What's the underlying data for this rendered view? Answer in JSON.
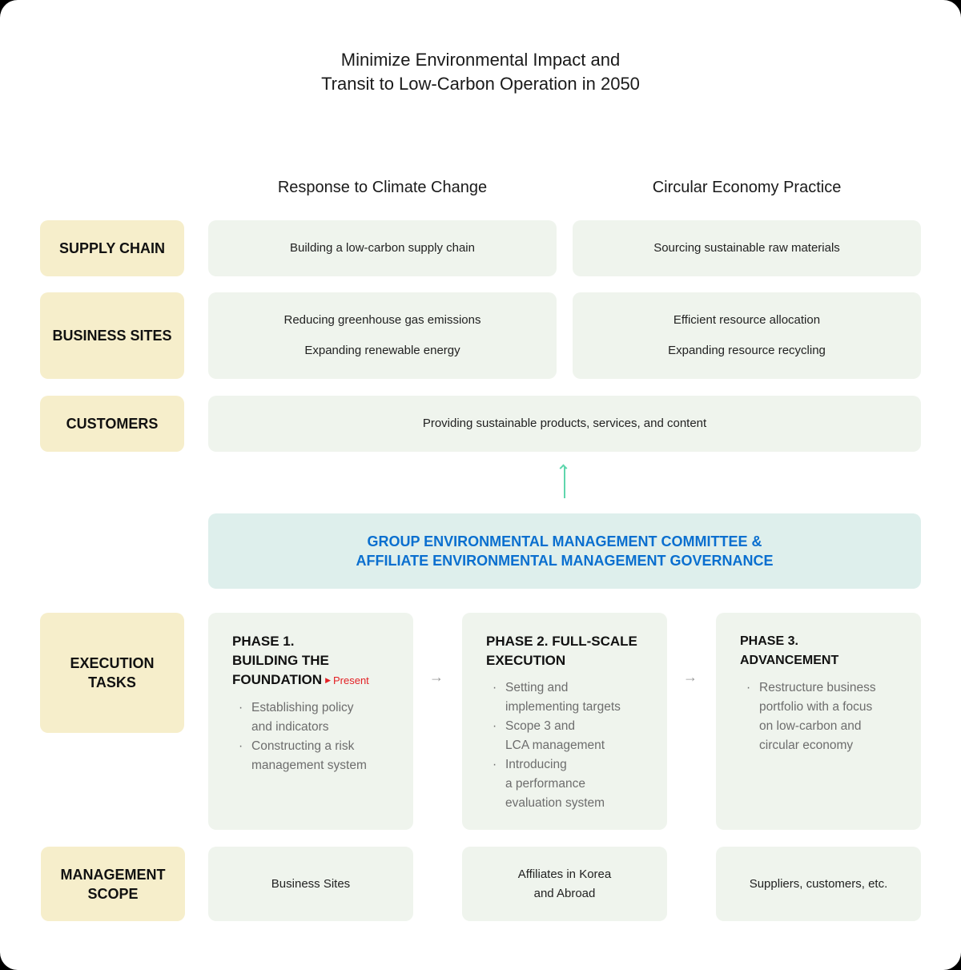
{
  "title": {
    "line1": "Minimize Environmental Impact and",
    "line2": "Transit to Low-Carbon Operation in 2050"
  },
  "columns": {
    "left": "Response to Climate Change",
    "right": "Circular Economy Practice"
  },
  "rows": {
    "supply_chain": {
      "label": "SUPPLY CHAIN",
      "climate": [
        "Building a low-carbon supply chain"
      ],
      "circular": [
        "Sourcing sustainable raw materials"
      ]
    },
    "business_sites": {
      "label": "BUSINESS SITES",
      "climate": [
        "Reducing greenhouse gas emissions",
        "Expanding renewable energy"
      ],
      "circular": [
        "Efficient resource allocation",
        "Expanding resource recycling"
      ]
    },
    "customers": {
      "label": "CUSTOMERS",
      "content": "Providing sustainable products, services, and content"
    }
  },
  "governance": {
    "line1": "GROUP ENVIRONMENTAL MANAGEMENT COMMITTEE &",
    "line2": "AFFILIATE ENVIRONMENTAL MANAGEMENT GOVERNANCE"
  },
  "execution": {
    "label_line1": "EXECUTION",
    "label_line2": "TASKS",
    "phases": [
      {
        "title_lines": [
          "PHASE 1.",
          "BUILDING THE",
          "FOUNDATION"
        ],
        "badge": "Present",
        "bullets": [
          [
            "Establishing policy",
            "and indicators"
          ],
          [
            "Constructing a risk",
            "management system"
          ]
        ]
      },
      {
        "title_lines": [
          "PHASE 2. FULL-SCALE",
          "EXECUTION"
        ],
        "bullets": [
          [
            "Setting and",
            "implementing targets"
          ],
          [
            "Scope 3 and",
            "LCA management"
          ],
          [
            "Introducing",
            "a performance",
            "evaluation system"
          ]
        ]
      },
      {
        "title_lines": [
          "PHASE 3.",
          "ADVANCEMENT"
        ],
        "bullets": [
          [
            "Restructure business",
            "portfolio with a focus",
            "on low-carbon and",
            "circular economy"
          ]
        ]
      }
    ],
    "arrow": "→"
  },
  "scope": {
    "label_line1": "MANAGEMENT",
    "label_line2": "SCOPE",
    "items": [
      [
        "Business Sites"
      ],
      [
        "Affiliates in Korea",
        "and Abroad"
      ],
      [
        "Suppliers, customers, etc."
      ]
    ]
  },
  "colors": {
    "label_bg": "#f6eecb",
    "box_bg": "#eff4ed",
    "governance_bg": "#deefec",
    "governance_text": "#0a6fcf",
    "present_red": "#e32024",
    "arrow_green": "#5fd6ad"
  }
}
